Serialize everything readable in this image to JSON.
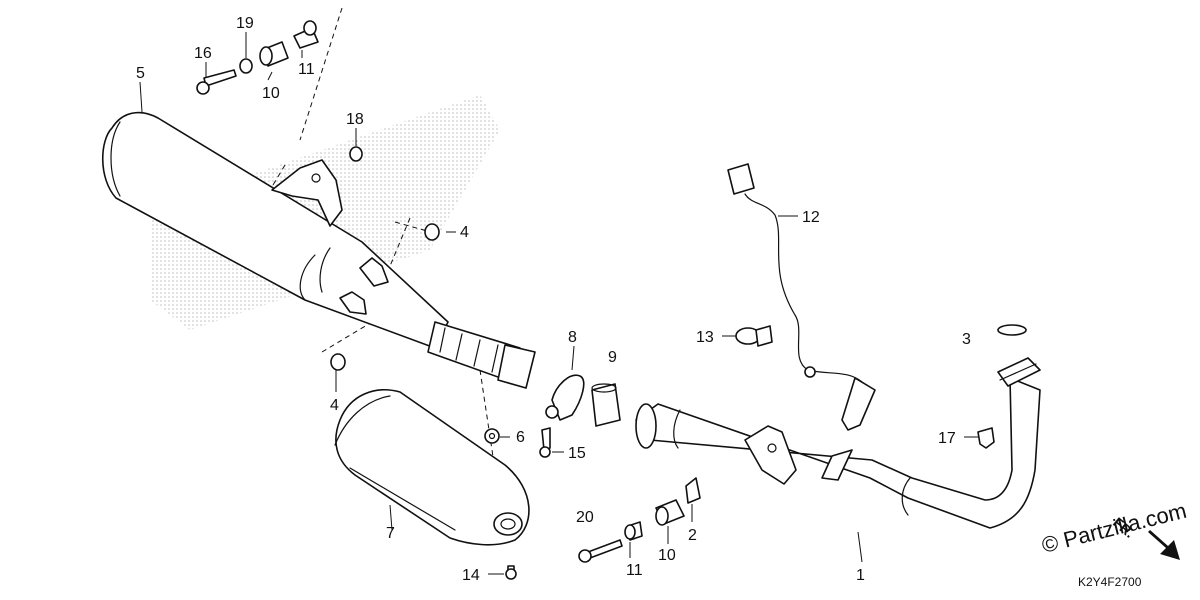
{
  "diagram": {
    "code": "K2Y4F2700",
    "watermark": "© Partzilla.com",
    "front_marker": "FR.",
    "callouts": {
      "c1": "1",
      "c2": "2",
      "c3": "3",
      "c4a": "4",
      "c4b": "4",
      "c5": "5",
      "c6": "6",
      "c7": "7",
      "c8": "8",
      "c9": "9",
      "c10a": "10",
      "c10b": "10",
      "c11a": "11",
      "c11b": "11",
      "c12": "12",
      "c13": "13",
      "c14": "14",
      "c15": "15",
      "c16": "16",
      "c17": "17",
      "c18": "18",
      "c19": "19",
      "c20": "20"
    }
  }
}
